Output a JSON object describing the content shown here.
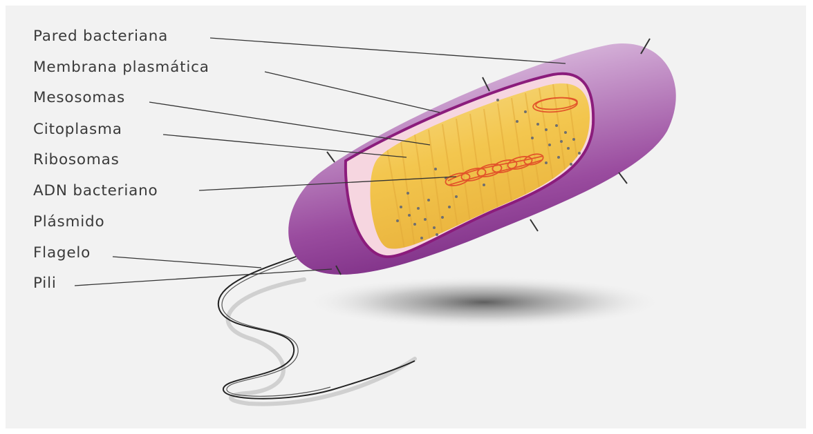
{
  "labels": [
    "Pared bacteriana",
    "Membrana plasmática",
    "Mesosomas",
    "Citoplasma",
    "Ribosomas",
    "ADN bacteriano",
    "Plásmido",
    "Flagelo",
    "Pili"
  ],
  "colors": {
    "background": "#f2f2f2",
    "cell_wall": "#8e3d94",
    "membrane": "#8b1c7c",
    "cytoplasm": "#f3c64e",
    "dna": "#e2552a",
    "leader_line": "#333333"
  }
}
